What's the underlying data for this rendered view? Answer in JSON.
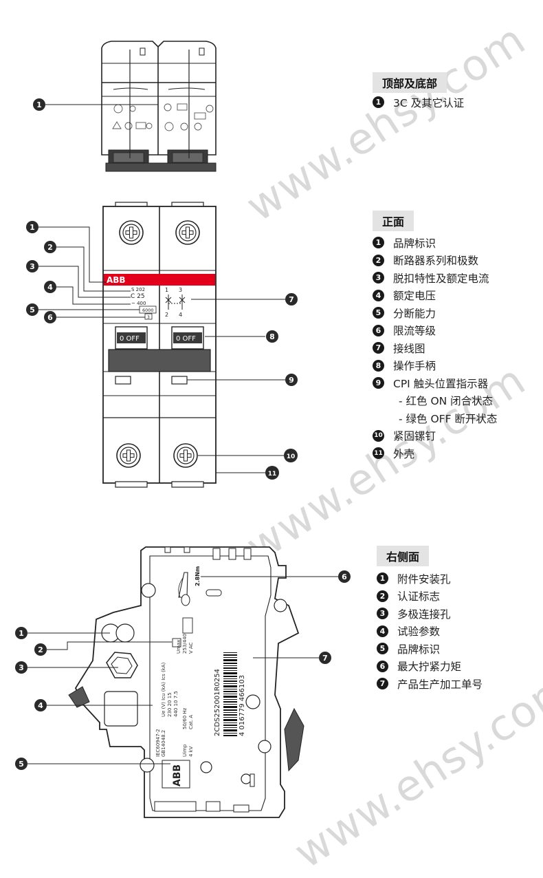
{
  "watermark": "www.ehsy.com",
  "sections": {
    "top_bottom": {
      "title": "顶部及底部",
      "items": [
        {
          "num": "1",
          "label": "3C 及其它认证"
        }
      ]
    },
    "front": {
      "title": "正面",
      "items": [
        {
          "num": "1",
          "label": "品牌标识"
        },
        {
          "num": "2",
          "label": "断路器系列和极数"
        },
        {
          "num": "3",
          "label": "脱扣特性及额定电流"
        },
        {
          "num": "4",
          "label": "额定电压"
        },
        {
          "num": "5",
          "label": "分断能力"
        },
        {
          "num": "6",
          "label": "限流等级"
        },
        {
          "num": "7",
          "label": "接线图"
        },
        {
          "num": "8",
          "label": "操作手柄"
        },
        {
          "num": "9",
          "label": "CPI 触头位置指示器"
        },
        {
          "num": "",
          "label": "- 红色 ON 闭合状态"
        },
        {
          "num": "",
          "label": "- 绿色 OFF 断开状态"
        },
        {
          "num": "10",
          "label": "紧固镙钉"
        },
        {
          "num": "11",
          "label": "外壳"
        }
      ]
    },
    "side": {
      "title": "右侧面",
      "items": [
        {
          "num": "1",
          "label": "附件安装孔"
        },
        {
          "num": "2",
          "label": "认证标志"
        },
        {
          "num": "3",
          "label": "多极连接孔"
        },
        {
          "num": "4",
          "label": "试验参数"
        },
        {
          "num": "5",
          "label": "品牌标识"
        },
        {
          "num": "6",
          "label": "最大拧紧力矩"
        },
        {
          "num": "7",
          "label": "产品生产加工单号"
        }
      ]
    }
  },
  "device": {
    "brand": "ABB",
    "series": "S 202",
    "rating": "C 25",
    "voltage": "~ 400",
    "breaking_capacity": "6000",
    "limiting_class": "3",
    "handle_text": "0 OFF",
    "terminal_top": [
      "1",
      "3"
    ],
    "terminal_bottom": [
      "2",
      "4"
    ],
    "torque": "2.8Nm",
    "serial": "2CDS252001R0254",
    "barcode_digits": "4 016779 466103",
    "side_specs": [
      "Umax",
      "253/440",
      "V AC",
      "Ue (V)  Icu (kA)  Ics (kA)",
      "230  20  15",
      "440  10  7.5",
      "50/60 Hz",
      "Cat. A",
      "Uimp",
      "4 kV",
      "IEC60947-2",
      "GB14048.2"
    ]
  },
  "callouts": {
    "top": [
      "1"
    ],
    "front_left": [
      "1",
      "2",
      "3",
      "4",
      "5",
      "6"
    ],
    "front_right": [
      "7",
      "8",
      "9",
      "10",
      "11"
    ],
    "side_left": [
      "1",
      "2",
      "3",
      "4",
      "5"
    ],
    "side_right": [
      "6",
      "7"
    ]
  }
}
